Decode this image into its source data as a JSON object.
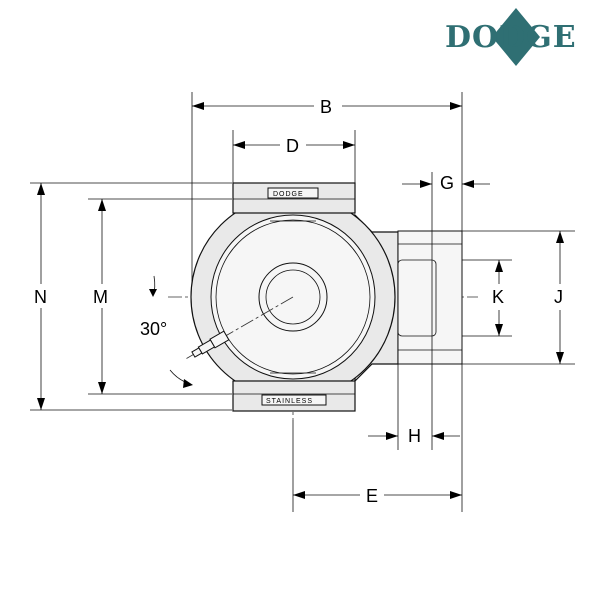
{
  "logo": {
    "text": "DODGE",
    "color": "#2f6f73",
    "accent": "#2f6f73"
  },
  "labels": {
    "B": "B",
    "D": "D",
    "G": "G",
    "N": "N",
    "M": "M",
    "K": "K",
    "J": "J",
    "H": "H",
    "E": "E",
    "angle": "30°"
  },
  "plates": {
    "top": "DODGE",
    "bottom": "STAINLESS"
  }
}
